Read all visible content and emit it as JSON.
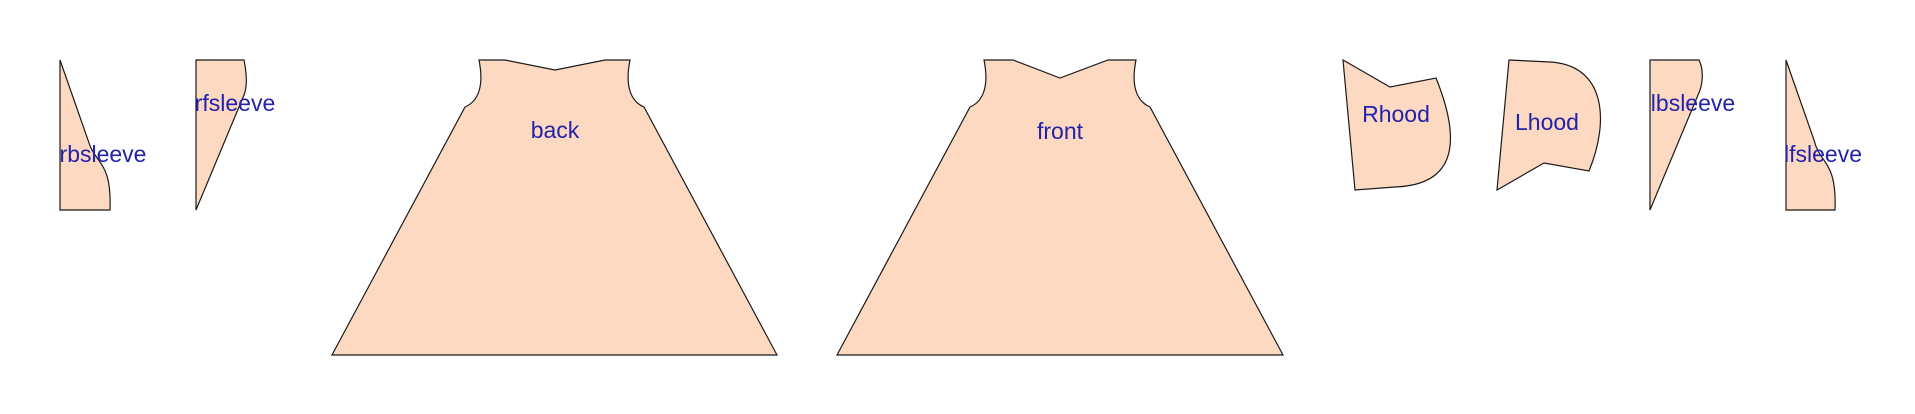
{
  "colors": {
    "piece_fill": "#fdd9c1",
    "piece_outline": "#1a1a1a",
    "label_text": "#2222aa",
    "background": "#ffffff"
  },
  "pieces": [
    {
      "id": "rbsleeve",
      "label": "rbsleeve"
    },
    {
      "id": "rfsleeve",
      "label": "rfsleeve"
    },
    {
      "id": "back",
      "label": "back"
    },
    {
      "id": "front",
      "label": "front"
    },
    {
      "id": "Rhood",
      "label": "Rhood"
    },
    {
      "id": "Lhood",
      "label": "Lhood"
    },
    {
      "id": "lbsleeve",
      "label": "lbsleeve"
    },
    {
      "id": "lfsleeve",
      "label": "lfsleeve"
    }
  ]
}
